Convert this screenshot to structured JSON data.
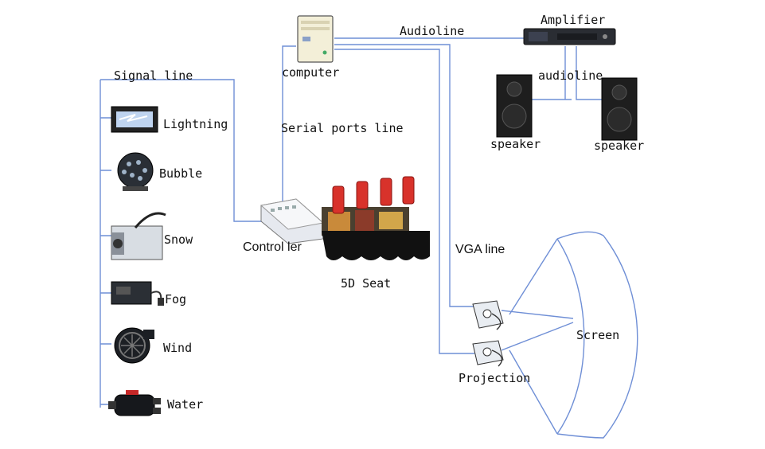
{
  "labels": {
    "signal_line": "Signal line",
    "computer": "computer",
    "audioline_top": "Audioline",
    "amplifier": "Amplifier",
    "audioline_mid": "audioline",
    "speaker_left": "speaker",
    "speaker_right": "speaker",
    "serial_ports_line": "Serial ports line",
    "controller": "Control ler",
    "seat": "5D Seat",
    "vga_line": "VGA line",
    "screen": "Screen",
    "projection": "Projection"
  },
  "effects": [
    {
      "label": "Lightning",
      "icon": "lightning-machine-icon"
    },
    {
      "label": "Bubble",
      "icon": "bubble-machine-icon"
    },
    {
      "label": "Snow",
      "icon": "snow-machine-icon"
    },
    {
      "label": "Fog",
      "icon": "fog-machine-icon"
    },
    {
      "label": "Wind",
      "icon": "wind-fan-icon"
    },
    {
      "label": "Water",
      "icon": "water-pump-icon"
    }
  ],
  "colors": {
    "line": "#6f8fd6",
    "seat_red": "#d8322b",
    "skirt": "#111111"
  }
}
